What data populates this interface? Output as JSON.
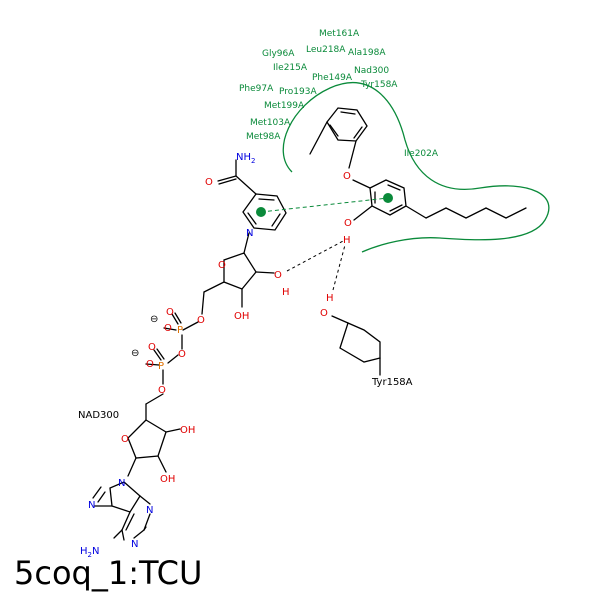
{
  "title": "5coq_1:TCU",
  "colors": {
    "residue": "#0a8a3a",
    "oxygen": "#e00000",
    "nitrogen": "#0000e0",
    "phosphorus": "#e07000",
    "bond": "#000000",
    "hbond": "#000000",
    "pocket": "#0a8a3a"
  },
  "pocket_residues": [
    {
      "label": "Met161A"
    },
    {
      "label": "Gly96A"
    },
    {
      "label": "Leu218A"
    },
    {
      "label": "Ala198A"
    },
    {
      "label": "Ile215A"
    },
    {
      "label": "Nad300"
    },
    {
      "label": "Phe149A"
    },
    {
      "label": "Phe97A"
    },
    {
      "label": "Pro193A"
    },
    {
      "label": "Tyr158A"
    },
    {
      "label": "Met199A"
    },
    {
      "label": "Met103A"
    },
    {
      "label": "Met98A"
    },
    {
      "label": "Ile202A"
    }
  ],
  "atoms": {
    "nh2_amide": "NH",
    "nh2_sub": "2",
    "o_amide": "O",
    "n_pyridinium": "N",
    "o_ring": "O",
    "o_ribose_oh": "O",
    "h_ribose_oh": "H",
    "o_ribose_oh2": "OH",
    "o_ch2": "O",
    "minus1": "⊖",
    "o_p1a": "O",
    "o_p1b": "O",
    "p1": "P",
    "o_bridge": "O",
    "minus2": "⊖",
    "o_p2a": "O",
    "o_p2b": "O",
    "p2": "P",
    "o_p2c": "O",
    "o_ring2": "O",
    "oh_r2a": "OH",
    "oh_r2b": "OH",
    "n_ad9": "N",
    "n_ad7": "N",
    "n_ad1": "N",
    "n_ad3": "N",
    "h2n_h": "H",
    "h2n_sub": "2",
    "h2n_n": "N",
    "o_ether": "O",
    "o_phenol": "O",
    "h_phenol": "H",
    "o_tyr": "O",
    "h_tyr": "H"
  },
  "labels": {
    "nad": "NAD300",
    "tyr": "Tyr158A"
  }
}
